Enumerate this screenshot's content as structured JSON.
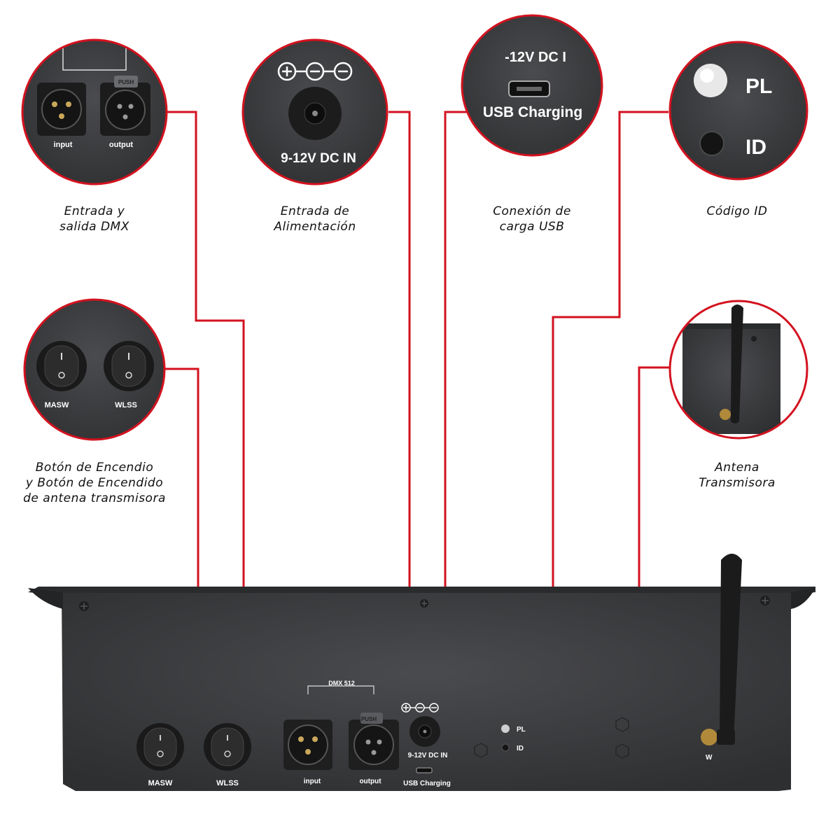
{
  "callouts": [
    {
      "id": "dmx",
      "caption": [
        "Entrada y",
        "salida DMX"
      ],
      "labels": {
        "input": "input",
        "output": "output",
        "push": "PUSH"
      }
    },
    {
      "id": "power",
      "caption": [
        "Entrada de",
        "Alimentación"
      ],
      "labels": {
        "dc_in": "9-12V DC IN"
      }
    },
    {
      "id": "usb",
      "caption": [
        "Conexión de",
        "carga USB"
      ],
      "labels": {
        "dc_in": "-12V DC I",
        "usb": "USB Charging"
      }
    },
    {
      "id": "id",
      "caption": [
        "Código ID"
      ],
      "labels": {
        "pl": "PL",
        "id": "ID"
      }
    },
    {
      "id": "switches",
      "caption": [
        "Botón de Encendio",
        "y Botón de Encendido",
        "de antena transmisora"
      ],
      "labels": {
        "masw": "MASW",
        "wlss": "WLSS"
      }
    },
    {
      "id": "antenna",
      "caption": [
        "Antena",
        "Transmisora"
      ]
    }
  ],
  "panel": {
    "masw": "MASW",
    "wlss": "WLSS",
    "dmx512": "DMX 512",
    "input": "input",
    "output": "output",
    "push": "PUSH",
    "dc_in": "9-12V DC IN",
    "usb": "USB Charging",
    "pl": "PL",
    "id": "ID",
    "w": "W"
  },
  "colors": {
    "accent": "#d3121f",
    "panel": "#3a3b3d",
    "panel_dark": "#2b2c2e"
  }
}
